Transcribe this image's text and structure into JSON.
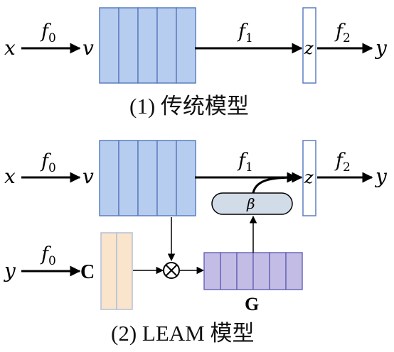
{
  "traditional": {
    "input": "x",
    "embed_fn": "f",
    "embed_sub": "0",
    "embed_out": "v",
    "map_fn": "f",
    "map_sub": "1",
    "hidden": "z",
    "out_fn": "f",
    "out_sub": "2",
    "output": "y",
    "caption": "(1)  传统模型"
  },
  "leam": {
    "input": "x",
    "embed_fn": "f",
    "embed_sub": "0",
    "embed_out": "v",
    "map_fn": "f",
    "map_sub": "1",
    "hidden": "z",
    "out_fn": "f",
    "out_sub": "2",
    "output": "y",
    "attention": "β",
    "label_input": "y",
    "label_fn": "f",
    "label_sub": "0",
    "label_embed": "C",
    "multiply": "⊗",
    "compat": "G",
    "caption": "(2) LEAM  模型"
  },
  "colors": {
    "block_fill": "#b7cdef",
    "block_stroke": "#5b7fc0",
    "label_fill": "#fbe4cc",
    "label_stroke": "#b3c0d8",
    "compat_fill": "#c3bde6",
    "compat_stroke": "#6b69b8",
    "beta_fill": "#d2dbe8",
    "hidden_fill": "#ffffff",
    "hidden_stroke": "#5b7fc0"
  }
}
